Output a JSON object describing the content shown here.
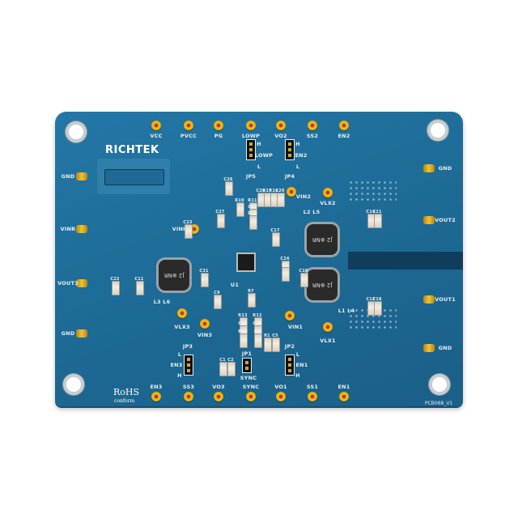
{
  "logo": "RICHTEK",
  "rohs": {
    "title": "RoHS",
    "sub": "conform"
  },
  "board_id": "PCB068_V1",
  "top_points": [
    "VCC",
    "PVCC",
    "PG",
    "LOWP",
    "VO2",
    "SS2",
    "EN2"
  ],
  "bottom_points": [
    "EN3",
    "SS3",
    "VO3",
    "SYNC",
    "VO1",
    "SS1",
    "EN1"
  ],
  "left_posts": [
    "GND",
    "VINR",
    "VOUT3",
    "GND"
  ],
  "right_posts": [
    "GND",
    "VOUT2",
    "VOUT1",
    "GND"
  ],
  "jumpers": {
    "jp5": {
      "name": "JP5",
      "h": "H",
      "mid": "LOWP",
      "l": "L"
    },
    "jp4": {
      "name": "JP4",
      "h": "H",
      "mid": "EN2",
      "l": "L"
    },
    "jp3": {
      "name": "JP3",
      "h": "H",
      "mid": "EN3",
      "l": "L"
    },
    "jp1": {
      "name": "JP1",
      "mid": "SYNC"
    },
    "jp2": {
      "name": "JP2",
      "h": "H",
      "mid": "EN1",
      "l": "L"
    }
  },
  "inner_points": [
    "VIN2",
    "VLX2",
    "VINR",
    "VLX3",
    "VIN3",
    "VIN1",
    "VLX1"
  ],
  "inductors": [
    {
      "mark": "J2 ⊕NR",
      "ref": "L3 L6"
    },
    {
      "mark": "J2 ⊕NR",
      "ref": "L2 L5"
    },
    {
      "mark": "J2 ⊕NR",
      "ref": "L1 L4"
    }
  ],
  "ic_ref": "U1",
  "components": [
    "C28",
    "R17",
    "R16",
    "C29",
    "R11",
    "C32",
    "R15",
    "C26",
    "R19",
    "C27",
    "C23",
    "C17",
    "C24",
    "C7",
    "C31",
    "C9",
    "C22",
    "C11",
    "C10",
    "C12",
    "C18",
    "C14",
    "C21",
    "R7",
    "R13",
    "R12",
    "C15",
    "C13",
    "R20",
    "R9",
    "C1",
    "C2",
    "R1",
    "C5"
  ]
}
